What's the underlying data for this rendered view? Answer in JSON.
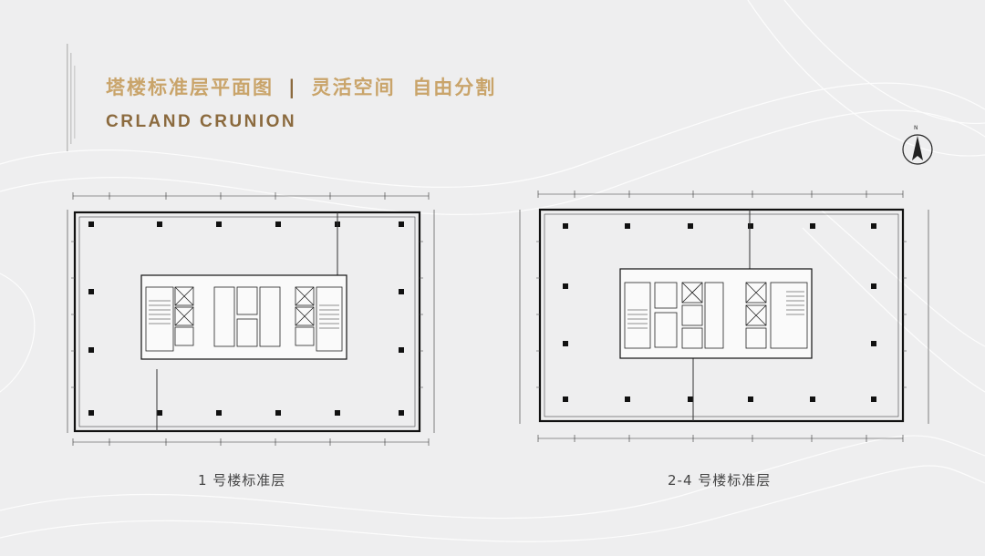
{
  "header": {
    "title_part1": "塔楼标准层平面图",
    "separator": "|",
    "title_part2": "灵活空间  自由分割",
    "subtitle_en": "CRLAND CRUNION"
  },
  "compass": {
    "label": "N"
  },
  "plans": [
    {
      "caption": "1 号楼标准层"
    },
    {
      "caption": "2-4 号楼标准层"
    }
  ],
  "colors": {
    "gold_light": "#c9a46a",
    "gold_dark": "#8b6a3e",
    "line": "#222222",
    "dim": "#555555",
    "background": "#eeeeef"
  }
}
